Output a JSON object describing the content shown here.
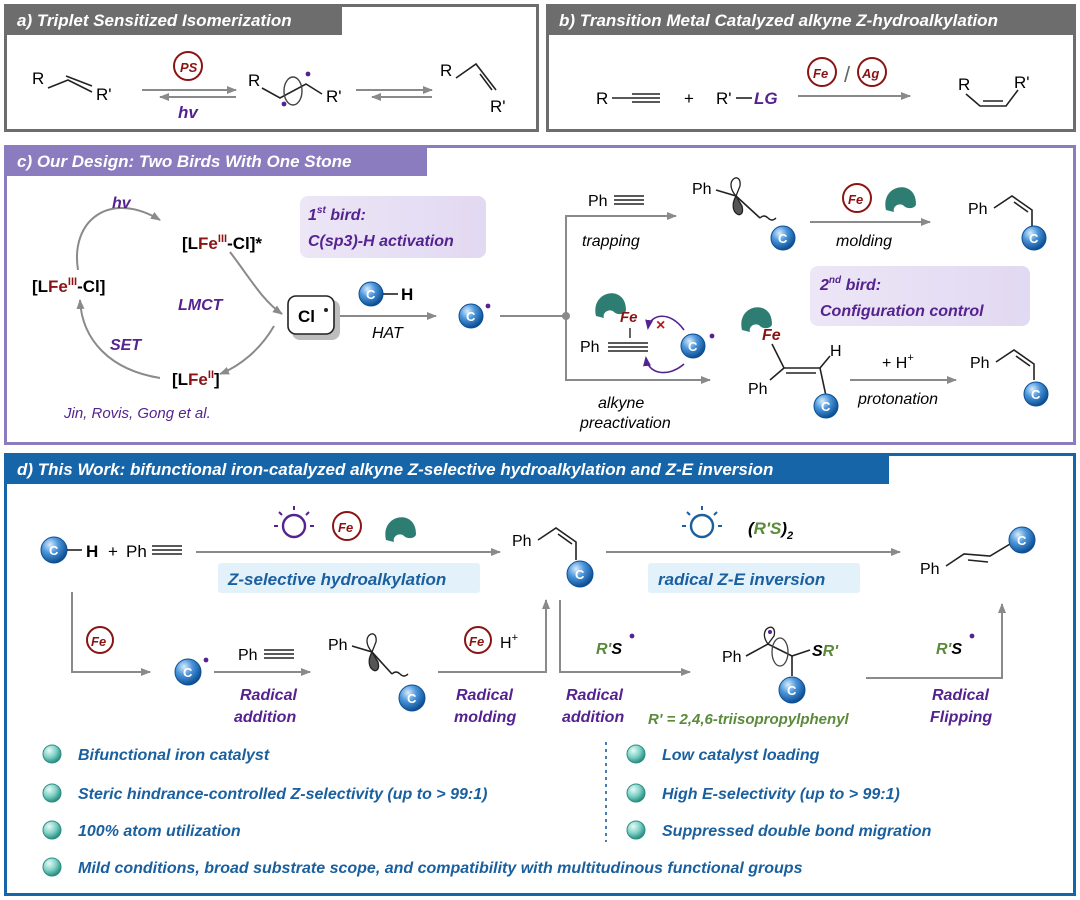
{
  "panel_a": {
    "header": "a) Triplet Sensitized Isomerization",
    "r": "R",
    "rp": "R'",
    "ps": "PS",
    "hv": "hv"
  },
  "panel_b": {
    "header": "b) Transition Metal Catalyzed alkyne Z-hydroalkylation",
    "r": "R",
    "plus": "+",
    "rp": "R'",
    "lg": "LG",
    "fe": "Fe",
    "ag": "Ag",
    "slash": "/"
  },
  "panel_c": {
    "header": "c) Our Design: Two Birds With One Stone",
    "hv": "hv",
    "fe_excited_pre": "[L",
    "fe_excited_metal": "Fe",
    "fe_excited_ox": "III",
    "fe_excited_post": "-Cl]*",
    "fe3_pre": "[L",
    "fe3_metal": "Fe",
    "fe3_ox": "III",
    "fe3_post": "-Cl]",
    "fe2_pre": "[L",
    "fe2_metal": "Fe",
    "fe2_ox": "II",
    "fe2_post": "]",
    "lmct": "LMCT",
    "set": "SET",
    "citation": "Jin, Rovis, Gong et al.",
    "cl": "Cl",
    "ch_h": "H",
    "hat": "HAT",
    "bird1_line1": "1st bird:",
    "bird1_sup": "st",
    "bird1_rest": " bird:",
    "bird1_line2": "C(sp3)-H activation",
    "bird2_line1": "2nd bird:",
    "bird2_line2": "Configuration control",
    "ph": "Ph",
    "trapping": "trapping",
    "molding": "molding",
    "alkyne_pre1": "alkyne",
    "alkyne_pre2": "preactivation",
    "protonation": "protonation",
    "plus_h": "+ H+",
    "fe": "Fe",
    "l": "L",
    "c": "C",
    "h": "H"
  },
  "panel_d": {
    "header": "d) This Work: bifunctional iron-catalyzed alkyne Z-selective hydroalkylation and Z-E inversion",
    "z_label": "Z-selective hydroalkylation",
    "ze_label": "radical Z-E inversion",
    "disulfide": "(R'S)2",
    "radical_addition": "Radical addition",
    "radical_molding": "Radical molding",
    "radical_addition2": "Radical addition",
    "radical_flipping": "Radical Flipping",
    "r_def": "R' = 2,4,6-triisopropylphenyl",
    "rs": "R'S",
    "sr": "SR'",
    "hplus": "H+",
    "features": [
      "Bifunctional iron catalyst",
      "Steric hindrance-controlled Z-selectivity (up to > 99:1)",
      "100% atom utilization",
      "Low catalyst loading",
      "High E-selectivity (up to > 99:1)",
      "Suppressed double bond migration",
      "Mild conditions, broad substrate scope, and compatibility with multitudinous functional groups"
    ]
  },
  "colors": {
    "gray_header": "#6d6d6d",
    "purple_header": "#8b7bbf",
    "blue_header": "#1565a8",
    "purple_text": "#55238f",
    "dark_red": "#8a1414",
    "teal": "#2e7d72",
    "blue_text": "#1a5f9e",
    "green_text": "#5a8a3a"
  }
}
